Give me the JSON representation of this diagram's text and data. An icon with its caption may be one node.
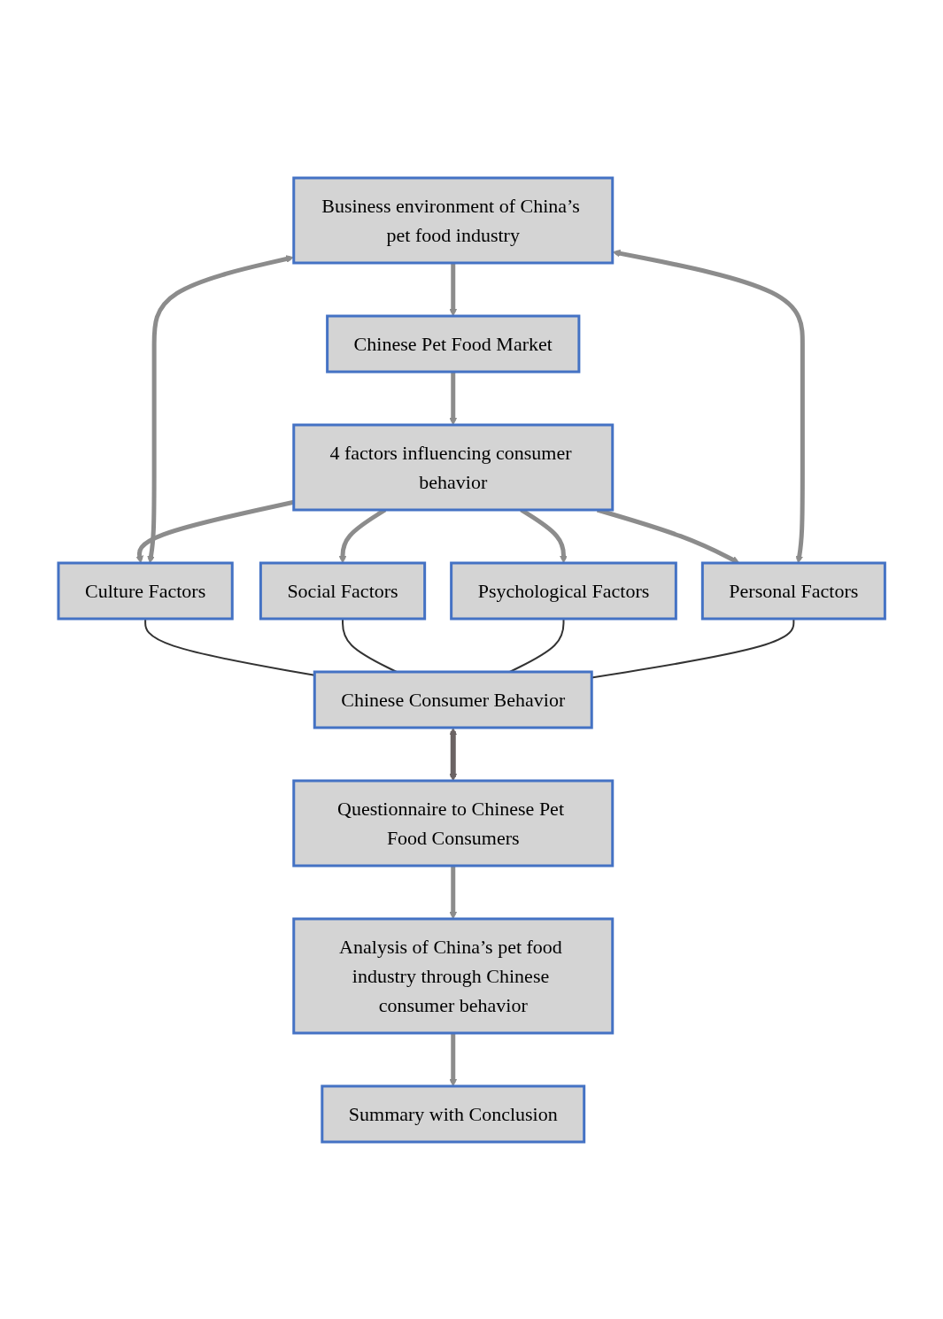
{
  "diagram": {
    "nodes": [
      {
        "text": [
          "Business environment of China’s pet food industry"
        ]
      },
      {
        "text": [
          "Chinese Pet Food Market"
        ]
      },
      {
        "text": [
          "4 factors influencing consumer behavior"
        ]
      },
      {
        "text": [
          "Culture Factors"
        ]
      },
      {
        "text": [
          "Social Factors"
        ]
      },
      {
        "text": [
          "Psychological Factors"
        ]
      },
      {
        "text": [
          "Personal Factors"
        ]
      },
      {
        "text": [
          "Chinese Consumer Behavior"
        ]
      },
      {
        "text": [
          "Questionnaire to Chinese Pet Food Consumers"
        ]
      },
      {
        "text": [
          "Analysis of China’s pet food industry through Chinese consumer behavior"
        ]
      },
      {
        "text": [
          "Summary with Conclusion"
        ]
      }
    ],
    "edges": [
      {
        "from": 0,
        "to": 1,
        "arrow": "to"
      },
      {
        "from": 1,
        "to": 2,
        "arrow": "to"
      },
      {
        "from": 2,
        "to": 3,
        "arrow": "to"
      },
      {
        "from": 2,
        "to": 4,
        "arrow": "to"
      },
      {
        "from": 2,
        "to": 5,
        "arrow": "to"
      },
      {
        "from": 2,
        "to": 6,
        "arrow": "to"
      },
      {
        "from": 0,
        "to": 3,
        "arrow": "both"
      },
      {
        "from": 0,
        "to": 6,
        "arrow": "both"
      },
      {
        "from": 3,
        "to": 7,
        "arrow": "none",
        "color": "#333333"
      },
      {
        "from": 4,
        "to": 7,
        "arrow": "none",
        "color": "#333333"
      },
      {
        "from": 5,
        "to": 7,
        "arrow": "none",
        "color": "#333333"
      },
      {
        "from": 6,
        "to": 7,
        "arrow": "none",
        "color": "#333333"
      },
      {
        "from": 7,
        "to": 8,
        "arrow": "both",
        "color": "#6b6363"
      },
      {
        "from": 8,
        "to": 9,
        "arrow": "to"
      },
      {
        "from": 9,
        "to": 10,
        "arrow": "to"
      }
    ]
  }
}
